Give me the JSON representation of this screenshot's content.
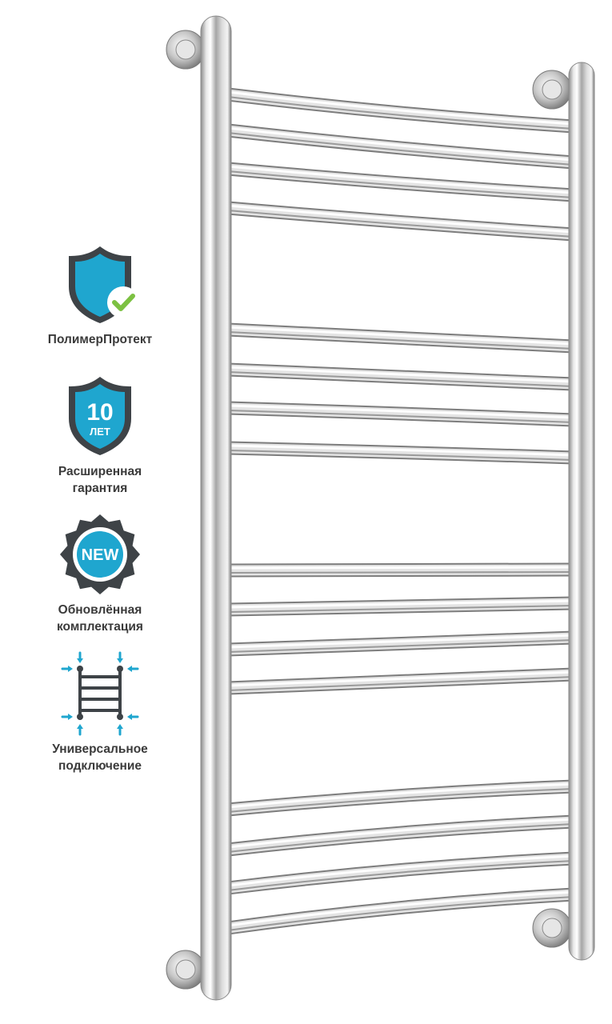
{
  "features": [
    {
      "icon": "shield-check-icon",
      "label": "ПолимерПротект"
    },
    {
      "icon": "shield-warranty-icon",
      "badge_number": "10",
      "badge_unit": "ЛЕТ",
      "label": "Расширенная\nгарантия"
    },
    {
      "icon": "new-badge-icon",
      "badge_text": "NEW",
      "label": "Обновлённая\nкомплектация"
    },
    {
      "icon": "universal-connection-icon",
      "label": "Универсальное\nподключение"
    }
  ],
  "colors": {
    "accent": "#1fa6cf",
    "icon_dark": "#3e4347",
    "check": "#7cc142",
    "text": "#3b3b3b",
    "chrome": "#c9c9c9"
  },
  "product": {
    "name": "heated-towel-rail",
    "crossbar_groups": [
      4,
      4,
      4,
      4
    ]
  }
}
